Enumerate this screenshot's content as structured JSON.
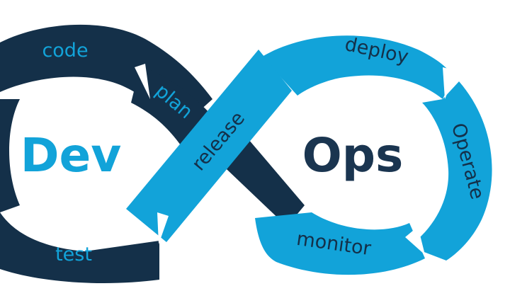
{
  "diagram": {
    "left_word": "Dev",
    "right_word": "Ops",
    "stages": {
      "code": "code",
      "plan": "plan",
      "release": "release",
      "deploy": "deploy",
      "operate": "Operate",
      "monitor": "monitor",
      "test": "test"
    }
  },
  "colors": {
    "dark": "#143049",
    "dark_text": "#1a3550",
    "light": "#12a3d9",
    "light_text": "#ffffff",
    "dark_label": "#ffffff",
    "light_stage_label": "#0d2b45"
  }
}
